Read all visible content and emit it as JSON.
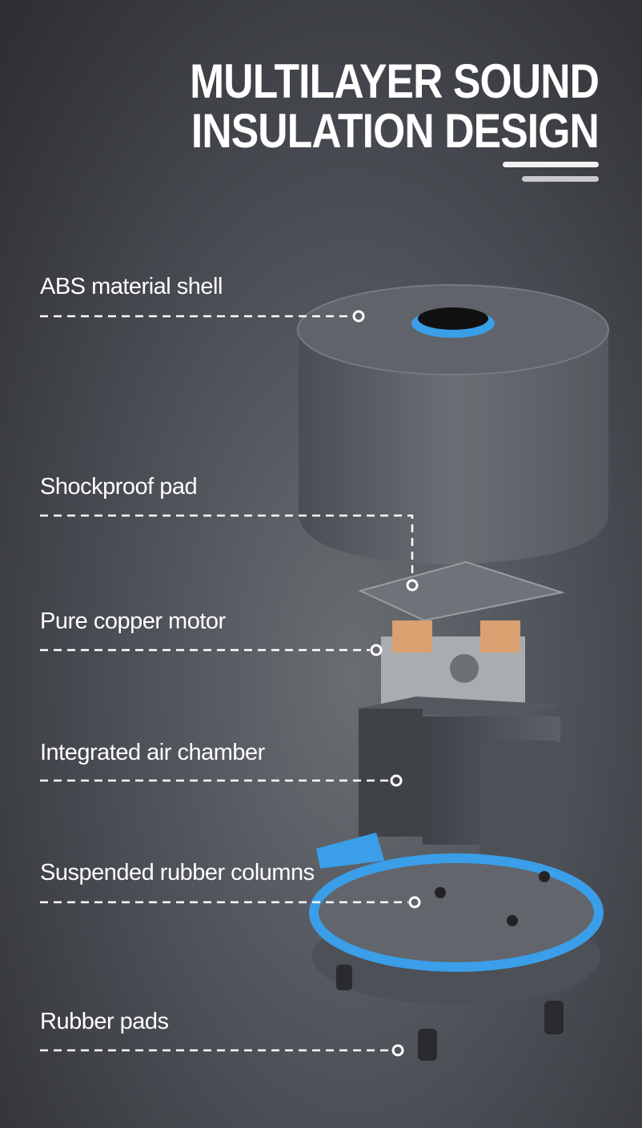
{
  "header": {
    "title_line1": "MULTILAYER SOUND",
    "title_line2": "INSULATION DESIGN"
  },
  "callouts": [
    {
      "label": "ABS material shell"
    },
    {
      "label": "Shockproof pad"
    },
    {
      "label": "Pure copper motor"
    },
    {
      "label": "Integrated air chamber"
    },
    {
      "label": "Suspended rubber columns"
    },
    {
      "label": "Rubber pads"
    }
  ],
  "colors": {
    "accent_blue": "#3a9ee8",
    "text": "#ffffff",
    "bar_primary": "#f2f2f2",
    "bar_secondary": "#c9cacc"
  }
}
